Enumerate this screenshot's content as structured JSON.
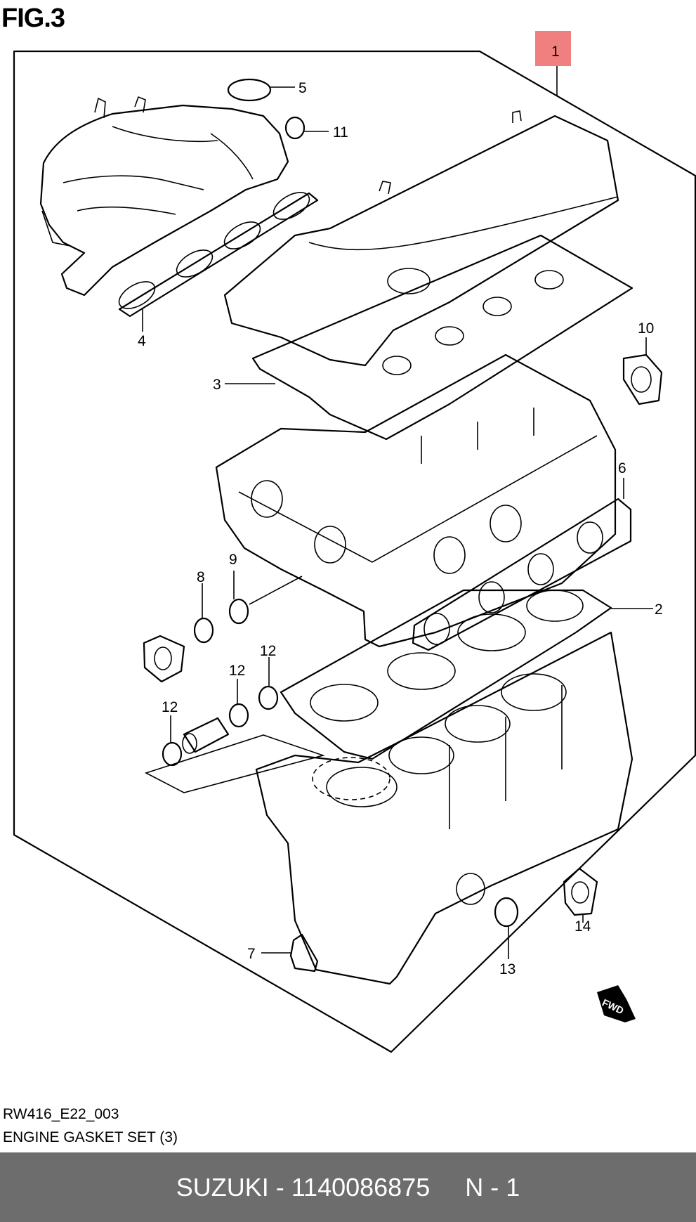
{
  "figure_title": "FIG.3",
  "callouts": [
    {
      "id": "1",
      "label": "1"
    },
    {
      "id": "2",
      "label": "2"
    },
    {
      "id": "3",
      "label": "3"
    },
    {
      "id": "4",
      "label": "4"
    },
    {
      "id": "5",
      "label": "5"
    },
    {
      "id": "6",
      "label": "6"
    },
    {
      "id": "7",
      "label": "7"
    },
    {
      "id": "8",
      "label": "8"
    },
    {
      "id": "9",
      "label": "9"
    },
    {
      "id": "10",
      "label": "10"
    },
    {
      "id": "11",
      "label": "11"
    },
    {
      "id": "12a",
      "label": "12"
    },
    {
      "id": "12b",
      "label": "12"
    },
    {
      "id": "12c",
      "label": "12"
    },
    {
      "id": "13",
      "label": "13"
    },
    {
      "id": "14",
      "label": "14"
    }
  ],
  "fwd_label": "FWD",
  "highlight_color": "#f08080",
  "footer_color": "#6d6d6d",
  "document": {
    "code": "RW416_E22_003",
    "caption": "ENGINE GASKET SET (3)"
  },
  "footer": {
    "text": "SUZUKI - 1140086875     N - 1"
  }
}
